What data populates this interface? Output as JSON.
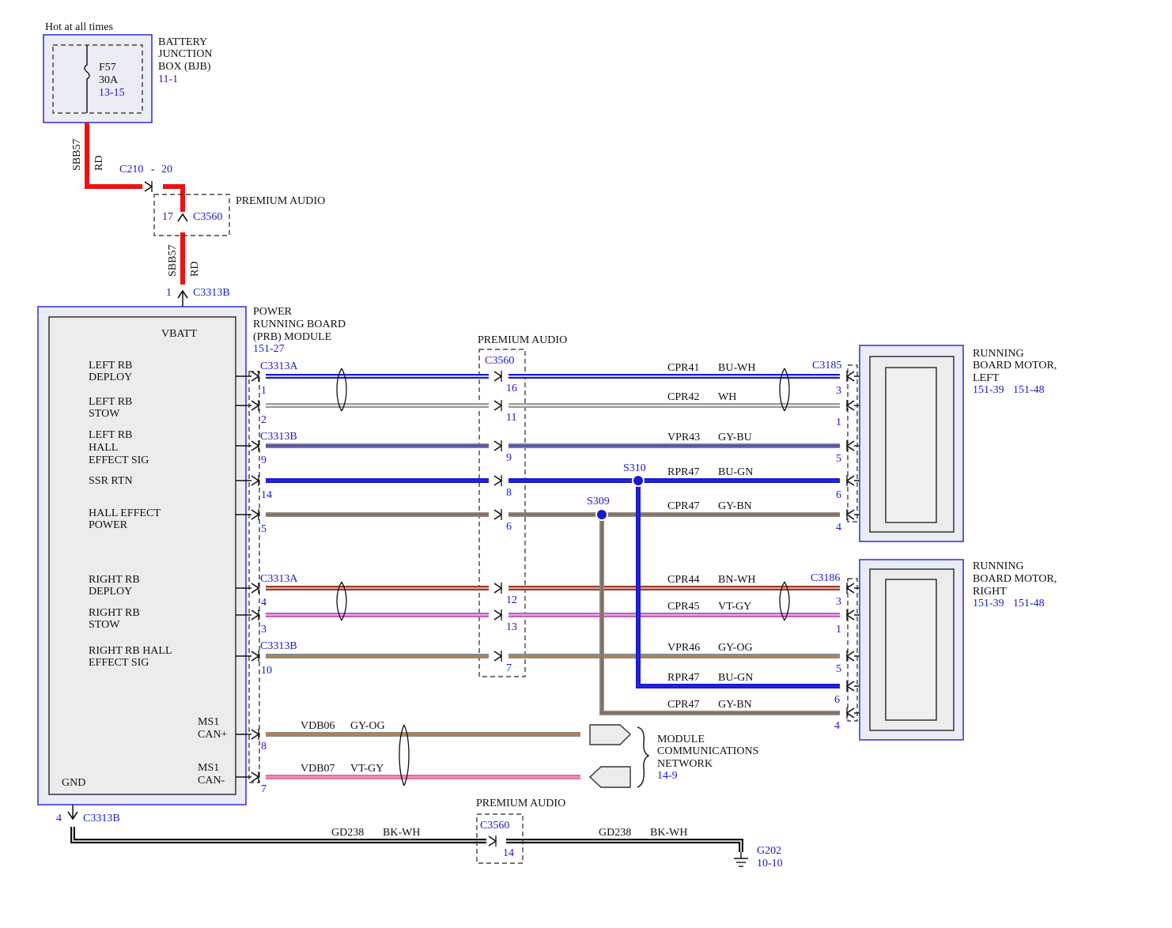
{
  "texts": {
    "hot": "Hot at all times",
    "bjb1": "BATTERY",
    "bjb2": "JUNCTION",
    "bjb3": "BOX (BJB)",
    "bjb_ref": "11-1",
    "fuse_name": "F57",
    "fuse_amp": "30A",
    "fuse_ref": "13-15",
    "sbb57": "SBB57",
    "rd": "RD",
    "c210": "C210",
    "c210_dash": "-",
    "c210_pin": "20",
    "premium_audio": "PREMIUM AUDIO",
    "c3560": "C3560",
    "pin_17": "17",
    "pin_1": "1",
    "c3313b": "C3313B",
    "c3313a": "C3313A",
    "prb1": "POWER",
    "prb2": "RUNNING BOARD",
    "prb3": "(PRB) MODULE",
    "prb_ref": "151-27",
    "vbatt": "VBATT",
    "left_rb_deploy_1": "LEFT RB",
    "left_rb_deploy_2": "DEPLOY",
    "left_rb_stow_1": "LEFT RB",
    "left_rb_stow_2": "STOW",
    "left_hall_1": "LEFT RB",
    "left_hall_2": "HALL",
    "left_hall_3": "EFFECT SIG",
    "ssr_rtn": "SSR RTN",
    "hall_power_1": "HALL EFFECT",
    "hall_power_2": "POWER",
    "right_rb_deploy_1": "RIGHT RB",
    "right_rb_deploy_2": "DEPLOY",
    "right_rb_stow_1": "RIGHT RB",
    "right_rb_stow_2": "STOW",
    "right_hall_1": "RIGHT RB HALL",
    "right_hall_2": "EFFECT SIG",
    "ms1_1": "MS1",
    "can_plus": "CAN+",
    "ms1_2": "MS1",
    "can_minus": "CAN-",
    "gnd": "GND",
    "m_left_1": "RUNNING",
    "m_left_2": "BOARD MOTOR,",
    "m_left_3": "LEFT",
    "m_ref_a": "151-39",
    "m_ref_b": "151-48",
    "m_right_1": "RUNNING",
    "m_right_2": "BOARD MOTOR,",
    "m_right_3": "RIGHT",
    "c3185": "C3185",
    "c3186": "C3186",
    "s310": "S310",
    "s309": "S309",
    "mcn1": "MODULE",
    "mcn2": "COMMUNICATIONS",
    "mcn3": "NETWORK",
    "mcn_ref": "14-9",
    "gd238": "GD238",
    "bk_wh": "BK-WH",
    "g202": "G202",
    "g202_ref": "10-10",
    "pin_4": "4",
    "pin_14": "14"
  },
  "wires": [
    {
      "circuit": "CPR41",
      "color": "BU-WH",
      "left_pin": "1",
      "mid_pin": "16",
      "right_pin": "3",
      "stroke": "#1a1ad0",
      "inner": "#ffffff"
    },
    {
      "circuit": "CPR42",
      "color": "WH",
      "left_pin": "2",
      "mid_pin": "11",
      "right_pin": "1",
      "stroke": "#9a9a9a",
      "inner": "#ffffff"
    },
    {
      "circuit": "VPR43",
      "color": "GY-BU",
      "left_pin": "9",
      "mid_pin": "9",
      "right_pin": "5",
      "stroke": "#7a7a96",
      "inner": "#3a3ad8"
    },
    {
      "circuit": "RPR47",
      "color": "BU-GN",
      "left_pin": "14",
      "mid_pin": "8",
      "right_pin": "6",
      "stroke": "#1a1ad0",
      "inner": "#2a2ad8"
    },
    {
      "circuit": "CPR47",
      "color": "GY-BN",
      "left_pin": "5",
      "mid_pin": "6",
      "right_pin": "4",
      "stroke": "#8a8a8a",
      "inner": "#8a5a3a"
    },
    {
      "circuit": "CPR44",
      "color": "BN-WH",
      "left_pin": "4",
      "mid_pin": "12",
      "right_pin": "3",
      "stroke": "#9a3a2a",
      "inner": "#f0d0d0"
    },
    {
      "circuit": "CPR45",
      "color": "VT-GY",
      "left_pin": "3",
      "mid_pin": "13",
      "right_pin": "1",
      "stroke": "#c060c0",
      "inner": "#e8c0e8"
    },
    {
      "circuit": "VPR46",
      "color": "GY-OG",
      "left_pin": "10",
      "mid_pin": "7",
      "right_pin": "5",
      "stroke": "#8a8a8a",
      "inner": "#c08040"
    },
    {
      "circuit": "RPR47",
      "color": "BU-GN",
      "right_pin": "6",
      "stroke": "#1a1ad0",
      "inner": "#2a2ad8"
    },
    {
      "circuit": "CPR47",
      "color": "GY-BN",
      "right_pin": "4",
      "stroke": "#8a8a8a",
      "inner": "#8a5a3a"
    },
    {
      "circuit": "VDB06",
      "color": "GY-OG",
      "left_pin": "8",
      "stroke": "#8a8a8a",
      "inner": "#c08040"
    },
    {
      "circuit": "VDB07",
      "color": "VT-GY",
      "left_pin": "7",
      "stroke": "#e070a0",
      "inner": "#f0a0c0"
    }
  ]
}
